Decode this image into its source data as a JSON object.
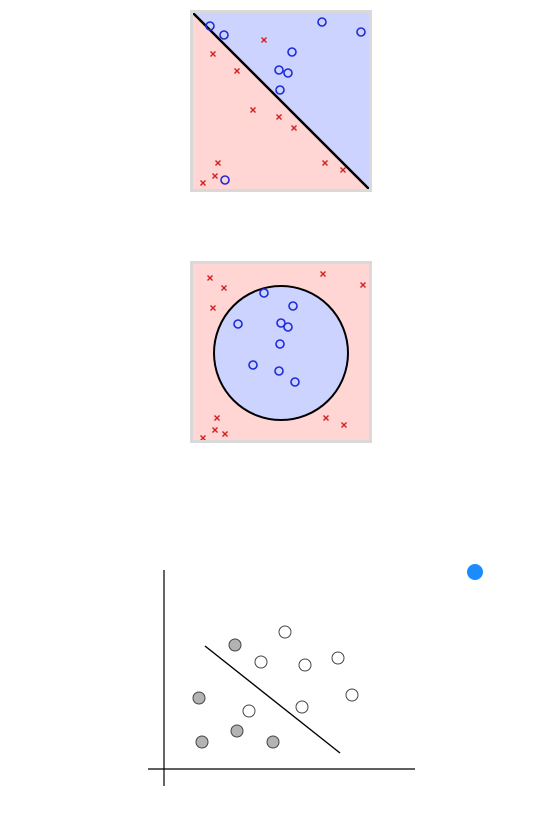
{
  "colors": {
    "class_circle": "#1d2bd6",
    "class_cross": "#d42020",
    "region_circle": "#cdd3ff",
    "region_cross": "#ffd6d4",
    "boundary": "#000000",
    "filled_point": "#b3b3b3",
    "open_point": "#ffffff",
    "indicator_dot": "#1a8cff"
  },
  "panels": [
    {
      "name": "linear-boundary",
      "boundary": "line",
      "circles": [
        [
          17,
          13
        ],
        [
          31,
          22
        ],
        [
          129,
          9
        ],
        [
          168,
          19
        ],
        [
          99,
          39
        ],
        [
          86,
          57
        ],
        [
          95,
          60
        ],
        [
          87,
          77
        ]
      ],
      "crosses": [
        [
          71,
          27
        ],
        [
          20,
          41
        ],
        [
          44,
          58
        ],
        [
          60,
          97
        ],
        [
          86,
          104
        ],
        [
          101,
          115
        ],
        [
          132,
          150
        ],
        [
          150,
          157
        ],
        [
          25,
          150
        ],
        [
          22,
          163
        ],
        [
          10,
          170
        ]
      ],
      "outlier_circle": [
        32,
        167
      ]
    },
    {
      "name": "circular-boundary",
      "boundary": "circle",
      "circles": [
        [
          71,
          29
        ],
        [
          100,
          42
        ],
        [
          45,
          60
        ],
        [
          88,
          59
        ],
        [
          95,
          63
        ],
        [
          87,
          80
        ],
        [
          60,
          101
        ],
        [
          86,
          107
        ],
        [
          102,
          118
        ]
      ],
      "crosses": [
        [
          17,
          14
        ],
        [
          31,
          24
        ],
        [
          130,
          10
        ],
        [
          170,
          21
        ],
        [
          20,
          44
        ],
        [
          133,
          154
        ],
        [
          151,
          161
        ],
        [
          24,
          154
        ],
        [
          22,
          166
        ],
        [
          32,
          170
        ],
        [
          10,
          174
        ]
      ]
    }
  ],
  "scatter": {
    "filled": [
      [
        235,
        645
      ],
      [
        199,
        698
      ],
      [
        237,
        731
      ],
      [
        202,
        742
      ],
      [
        273,
        742
      ]
    ],
    "open": [
      [
        285,
        632
      ],
      [
        338,
        658
      ],
      [
        261,
        662
      ],
      [
        305,
        665
      ],
      [
        352,
        695
      ],
      [
        302,
        707
      ],
      [
        249,
        711
      ]
    ],
    "separator": [
      [
        205,
        646
      ],
      [
        340,
        753
      ]
    ]
  }
}
